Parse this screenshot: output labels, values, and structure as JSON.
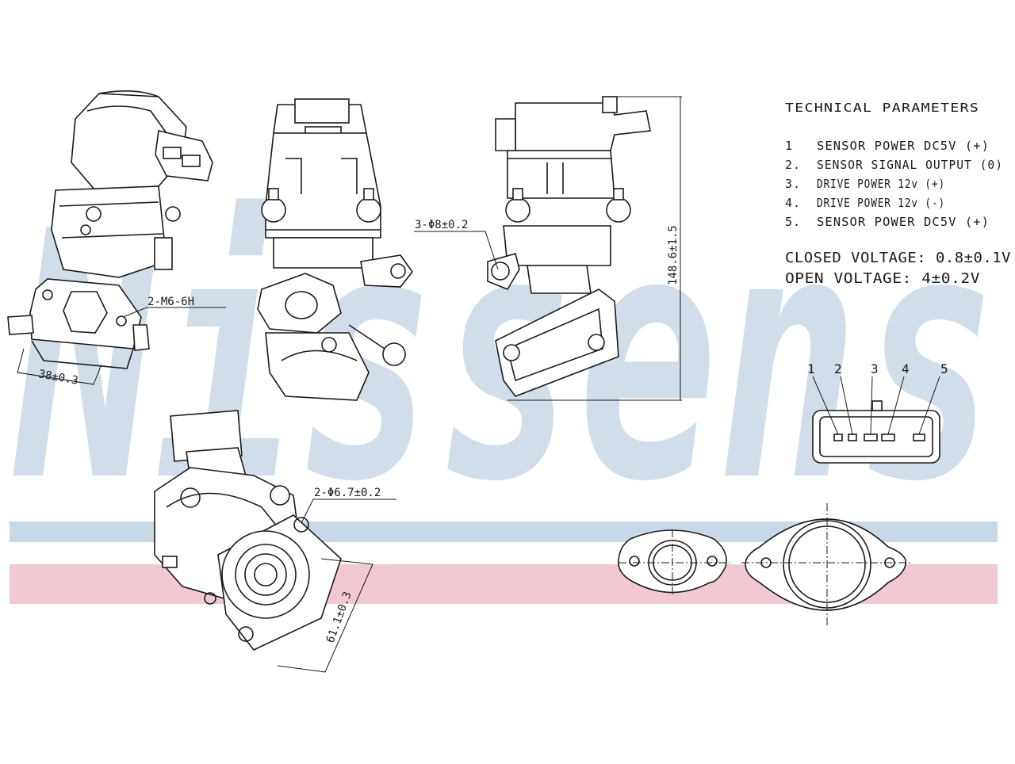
{
  "watermark": {
    "text": "Nissens",
    "band_colors": [
      "#c9d8e6",
      "#f2c9d2"
    ]
  },
  "parameters": {
    "title": "TECHNICAL PARAMETERS",
    "items": [
      {
        "num": "1",
        "label": "SENSOR POWER DC5V (+)"
      },
      {
        "num": "2.",
        "label": "SENSOR SIGNAL OUTPUT (0)"
      },
      {
        "num": "3.",
        "label": "DRIVE POWER 12v (+)"
      },
      {
        "num": "4.",
        "label": "DRIVE POWER 12v (-)"
      },
      {
        "num": "5.",
        "label": "SENSOR POWER DC5V (+)"
      }
    ],
    "closed_voltage": "CLOSED VOLTAGE: 0.8±0.1V",
    "open_voltage": "OPEN VOLTAGE: 4±0.2V"
  },
  "dimensions": {
    "thread": "2-M6-6H",
    "width_38": "38±0.3",
    "holes_8": "3-Φ8±0.2",
    "height_148": "148.6±1.5",
    "holes_67": "2-Φ6.7±0.2",
    "width_61": "61.1±0.3"
  },
  "connector": {
    "pins": [
      "1",
      "2",
      "3",
      "4",
      "5"
    ]
  }
}
